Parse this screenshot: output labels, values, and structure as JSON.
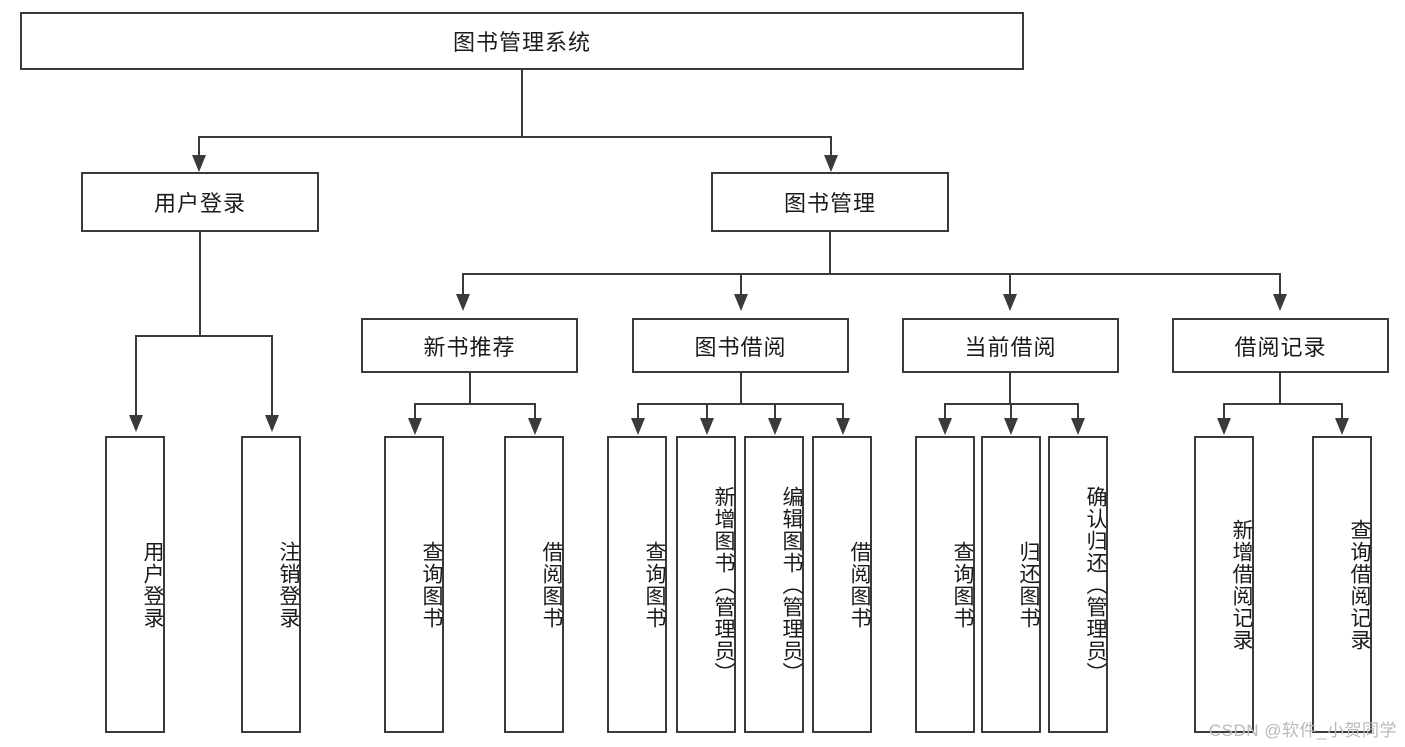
{
  "diagram": {
    "title": "图书管理系统",
    "type": "hierarchy-tree",
    "watermark": "CSDN @软件_小贺同学",
    "colors": {
      "stroke": "#3a3a3a",
      "fill": "#ffffff",
      "text": "#1b1b1b",
      "watermark": "#b9b9b9"
    },
    "root": {
      "label": "图书管理系统"
    },
    "level1": [
      {
        "label": "用户登录"
      },
      {
        "label": "图书管理"
      }
    ],
    "level2": [
      {
        "label": "新书推荐"
      },
      {
        "label": "图书借阅"
      },
      {
        "label": "当前借阅"
      },
      {
        "label": "借阅记录"
      }
    ],
    "leaves": {
      "user_login": [
        {
          "label": "用户登录"
        },
        {
          "label": "注销登录"
        }
      ],
      "new_book_recommend": [
        {
          "label": "查询图书"
        },
        {
          "label": "借阅图书"
        }
      ],
      "book_borrow": [
        {
          "label": "查询图书"
        },
        {
          "label": "新增图书（管理员）"
        },
        {
          "label": "编辑图书（管理员）"
        },
        {
          "label": "借阅图书"
        }
      ],
      "current_borrow": [
        {
          "label": "查询图书"
        },
        {
          "label": "归还图书"
        },
        {
          "label": "确认归还（管理员）"
        }
      ],
      "borrow_record": [
        {
          "label": "新增借阅记录"
        },
        {
          "label": "查询借阅记录"
        }
      ]
    }
  }
}
